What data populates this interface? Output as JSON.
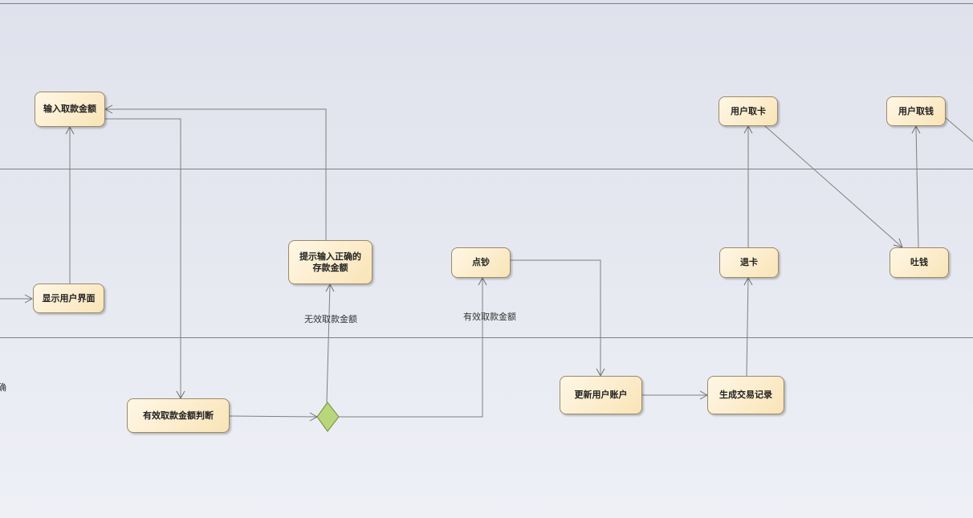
{
  "colors": {
    "node_fill_start": "#fff7e6",
    "node_fill_end": "#f9e4b7",
    "node_border": "#9a8a66",
    "decision_fill": "#b8d67a",
    "edge": "#7f7f7f",
    "lane_divider": "#7c7f86",
    "background": "#e3e5ee"
  },
  "nodes": {
    "input_amount": "输入取款金额",
    "show_ui": "显示用户界面",
    "prompt_correct": "提示输入正确的\n存款金额",
    "count_cash": "点钞",
    "eject_card": "退卡",
    "user_take_card": "用户取卡",
    "dispense_cash": "吐钱",
    "user_take_cash": "用户取钱",
    "valid_check": "有效取款金额判断",
    "update_account": "更新用户账户",
    "create_record": "生成交易记录"
  },
  "guards": {
    "invalid": "无效取款金额",
    "valid": "有效取款金额"
  },
  "lane_fragment": "确"
}
